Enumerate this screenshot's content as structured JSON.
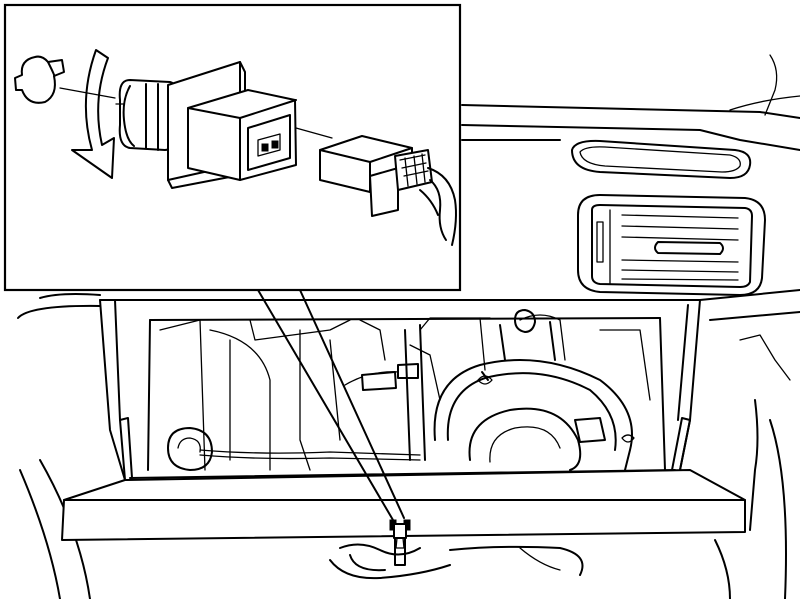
{
  "figure": {
    "background": "#ffffff",
    "ink": "#000000",
    "parts": [
      "dashboard-panel",
      "air-vent",
      "glove-box-opening",
      "blower-motor",
      "inset-detail-box",
      "resistor-component",
      "wiring-connector",
      "rotation-arrow",
      "locating-tab"
    ]
  }
}
